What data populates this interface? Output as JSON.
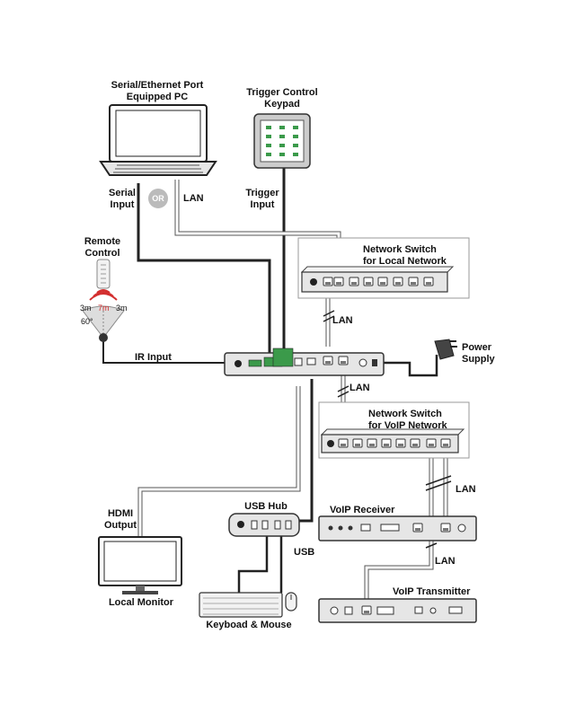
{
  "labels": {
    "pc": [
      "Serial/Ethernet Port",
      "Equipped PC"
    ],
    "keypad": [
      "Trigger Control",
      "Keypad"
    ],
    "serial_input": [
      "Serial",
      "Input"
    ],
    "or": "OR",
    "lan_pc": "LAN",
    "trigger_input": [
      "Trigger",
      "Input"
    ],
    "remote_control": [
      "Remote",
      "Control"
    ],
    "switch_local": [
      "Network Switch",
      "for Local Network"
    ],
    "lan_mid": "LAN",
    "ir_range": [
      "3m",
      "7m",
      "3m"
    ],
    "ir_angle": "60°",
    "ir_input": "IR Input",
    "power_supply": [
      "Power",
      "Supply"
    ],
    "lan_lower": "LAN",
    "switch_voip": [
      "Network Switch",
      "for VoIP Network"
    ],
    "lan_right": "LAN",
    "hdmi_output": [
      "HDMI",
      "Output"
    ],
    "usb_hub": "USB Hub",
    "voip_receiver": "VoIP Receiver",
    "usb": "USB",
    "lan_voip": "LAN",
    "voip_transmitter": "VoIP Transmitter",
    "local_monitor": "Local Monitor",
    "keyboard_mouse": "Keyboad & Mouse"
  },
  "colors": {
    "device_fill": "#e6e6e6",
    "device_stroke": "#333333",
    "cable_dark": "#222222",
    "cable_light": "#ffffff",
    "cable_light_edge": "#555555",
    "terminal_green": "#3b9a4a",
    "remote_red": "#d32f2f"
  }
}
